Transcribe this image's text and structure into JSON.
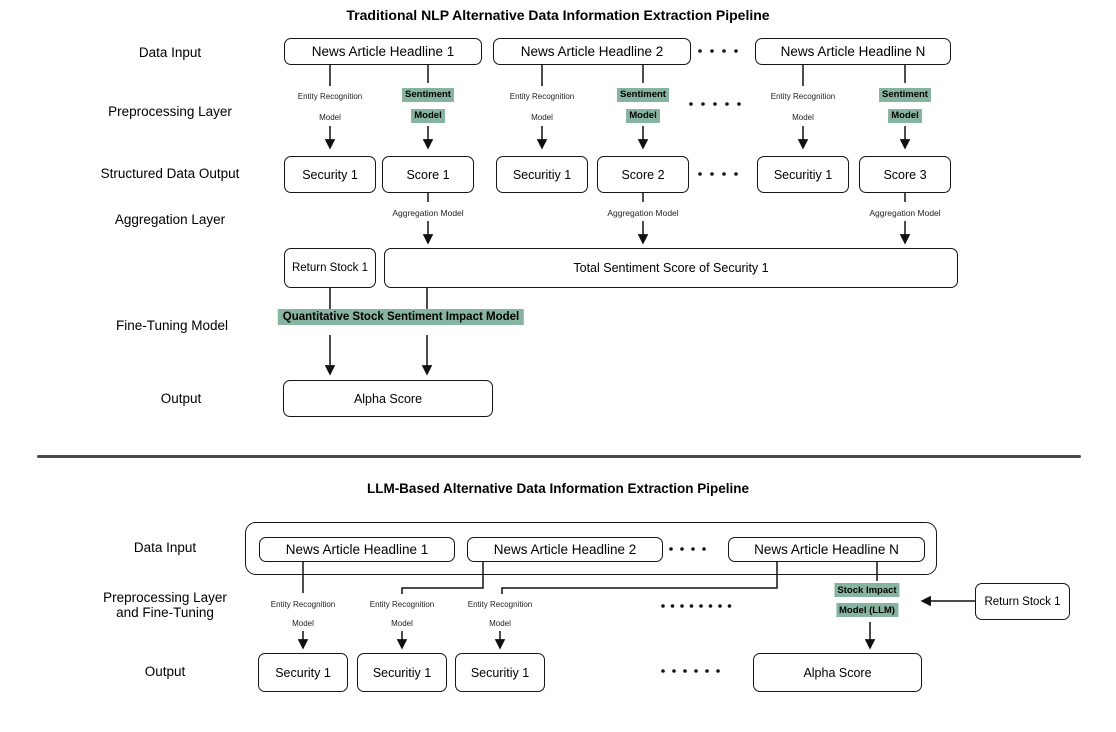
{
  "colors": {
    "highlight": "#87b4a0",
    "line": "#101010"
  },
  "top": {
    "title": "Traditional NLP Alternative Data Information Extraction Pipeline",
    "labels": {
      "data_input": "Data Input",
      "preprocessing": "Preprocessing Layer",
      "structured": "Structured Data Output",
      "aggregation": "Aggregation Layer",
      "fine_tuning": "Fine-Tuning Model",
      "output": "Output"
    },
    "headlines": [
      "News Article Headline 1",
      "News Article Headline 2",
      "News Article Headline N"
    ],
    "er": {
      "line1": "Entity Recognition",
      "line2": "Model"
    },
    "sentiment": {
      "line1": "Sentiment",
      "line2": "Model"
    },
    "securities": [
      "Security 1",
      "Securitiy 1",
      "Securitiy 1"
    ],
    "scores": [
      "Score 1",
      "Score 2",
      "Score 3"
    ],
    "aggregation_model": "Aggregation Model",
    "return_stock": "Return Stock 1",
    "total_sentiment": "Total Sentiment Score of Security 1",
    "fine_tuning_model": "Quantitative Stock Sentiment Impact Model",
    "alpha": "Alpha Score"
  },
  "bottom": {
    "title": "LLM-Based Alternative Data Information Extraction Pipeline",
    "labels": {
      "data_input": "Data Input",
      "preprocessing_line1": "Preprocessing Layer",
      "preprocessing_line2": "and Fine-Tuning",
      "output": "Output"
    },
    "headlines": [
      "News Article Headline 1",
      "News Article Headline 2",
      "News Article Headline N"
    ],
    "er": {
      "line1": "Entity Recognition",
      "line2": "Model"
    },
    "stock_impact": {
      "line1": "Stock Impact",
      "line2": "Model (LLM)"
    },
    "securities": [
      "Security 1",
      "Securitiy 1",
      "Securitiy 1"
    ],
    "return_stock": "Return Stock 1",
    "alpha": "Alpha Score"
  }
}
